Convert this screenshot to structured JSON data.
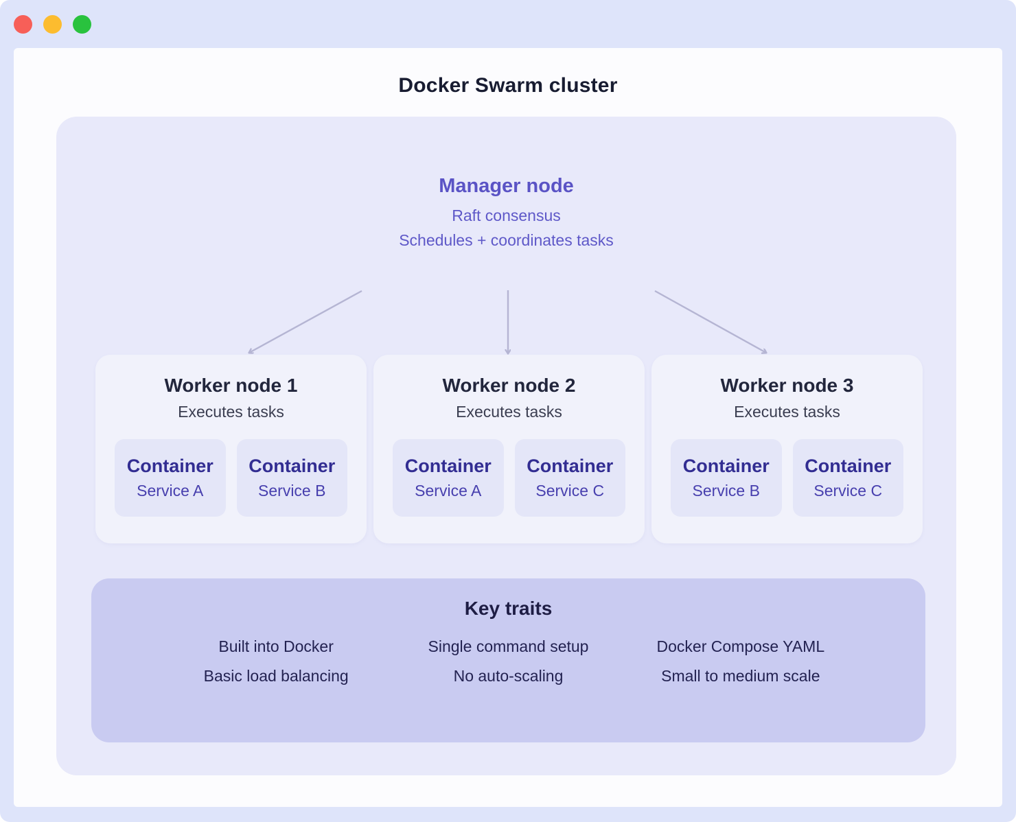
{
  "window": {
    "traffic_lights": {
      "close": "close",
      "minimize": "minimize",
      "zoom": "zoom"
    }
  },
  "title": "Docker Swarm cluster",
  "manager": {
    "title": "Manager node",
    "line1": "Raft consensus",
    "line2": "Schedules + coordinates tasks"
  },
  "workers": [
    {
      "title": "Worker node 1",
      "subtitle": "Executes tasks",
      "containers": [
        {
          "label": "Container",
          "service": "Service A"
        },
        {
          "label": "Container",
          "service": "Service B"
        }
      ]
    },
    {
      "title": "Worker node 2",
      "subtitle": "Executes tasks",
      "containers": [
        {
          "label": "Container",
          "service": "Service A"
        },
        {
          "label": "Container",
          "service": "Service C"
        }
      ]
    },
    {
      "title": "Worker node 3",
      "subtitle": "Executes tasks",
      "containers": [
        {
          "label": "Container",
          "service": "Service B"
        },
        {
          "label": "Container",
          "service": "Service C"
        }
      ]
    }
  ],
  "key_traits": {
    "title": "Key traits",
    "columns": [
      [
        "Built into Docker",
        "Basic load balancing"
      ],
      [
        "Single command setup",
        "No auto-scaling"
      ],
      [
        "Docker Compose YAML",
        "Small to medium scale"
      ]
    ]
  },
  "colors": {
    "frame": "#dee4fa",
    "panel": "#e8e9fa",
    "worker_card": "#f1f2fb",
    "chip": "#e4e6f8",
    "key_traits": "#c9cbf1",
    "accent_indigo": "#5a53c5",
    "container_text": "#322d92",
    "arrow": "#b5b5d3",
    "traffic_red": "#f75f58",
    "traffic_yellow": "#fcbc2f",
    "traffic_green": "#29c23e"
  }
}
